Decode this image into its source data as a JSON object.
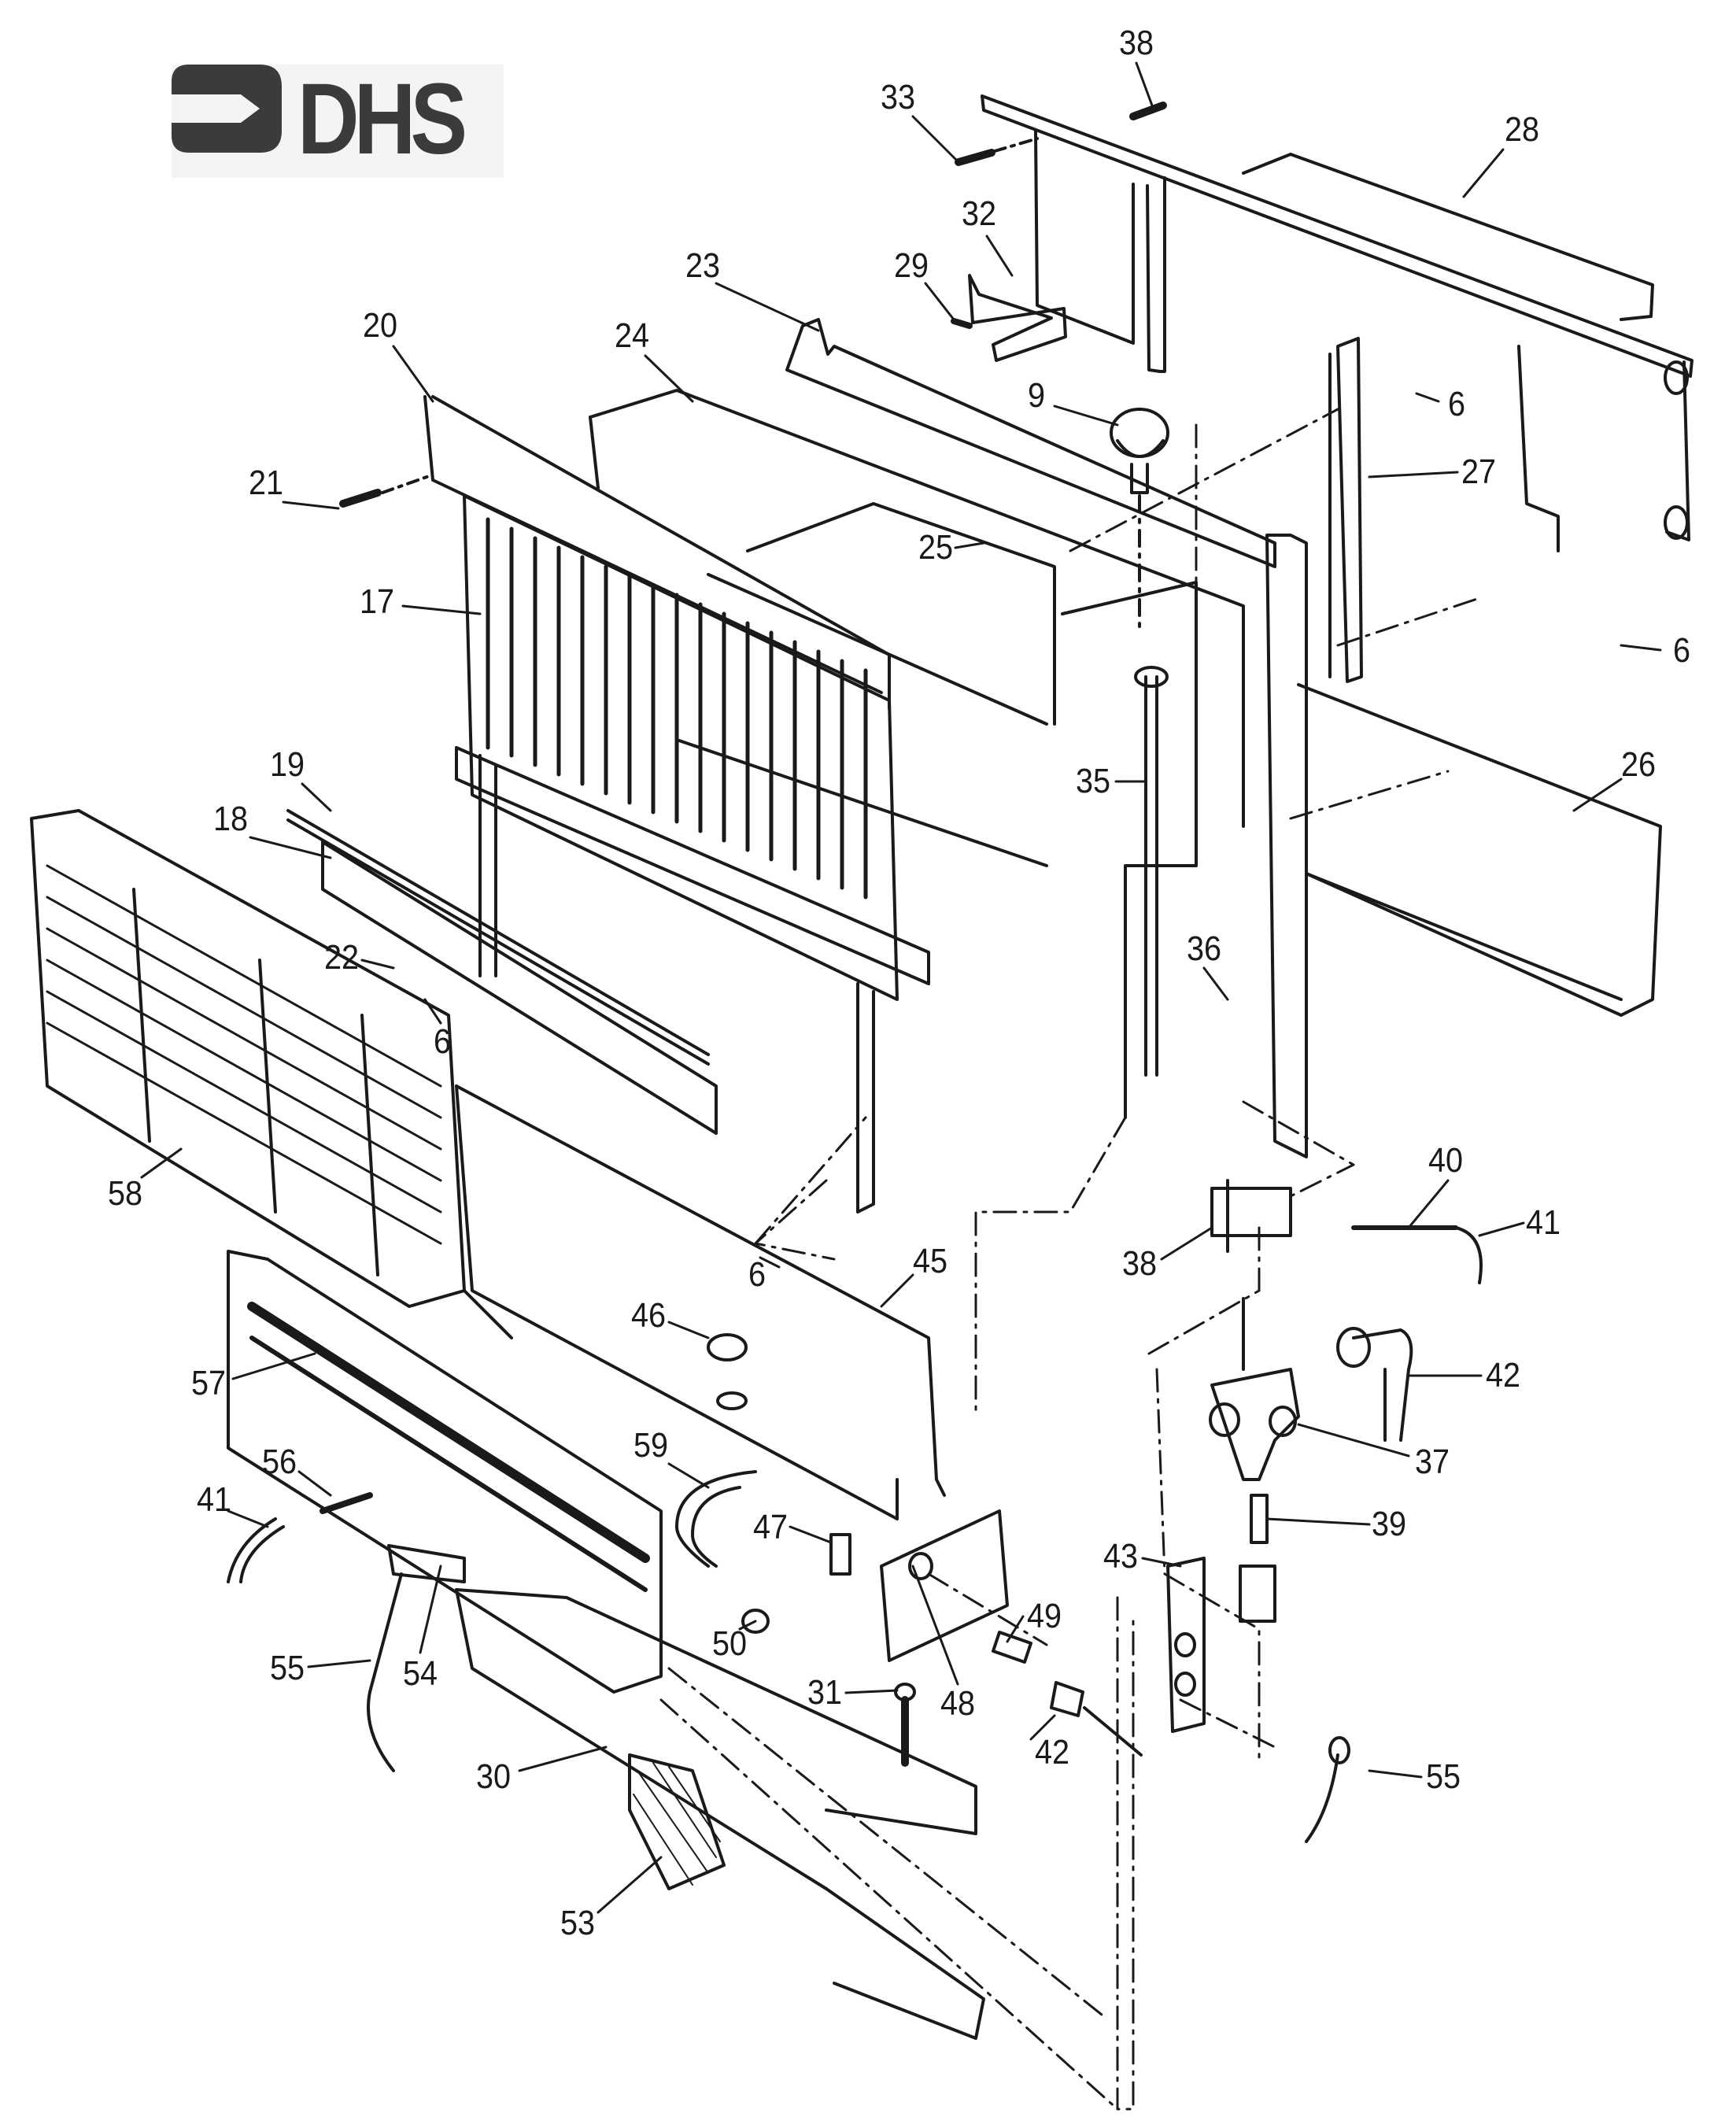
{
  "diagram": {
    "type": "exploded-parts-view",
    "subject": "wall heater assembly",
    "logo": {
      "text": "DHS",
      "icon": "arrow-right-icon"
    }
  },
  "callouts": [
    {
      "id": "c38a",
      "label": "38"
    },
    {
      "id": "c33",
      "label": "33"
    },
    {
      "id": "c28",
      "label": "28"
    },
    {
      "id": "c32",
      "label": "32"
    },
    {
      "id": "c29",
      "label": "29"
    },
    {
      "id": "c23",
      "label": "23"
    },
    {
      "id": "c20",
      "label": "20"
    },
    {
      "id": "c24",
      "label": "24"
    },
    {
      "id": "c9",
      "label": "9"
    },
    {
      "id": "c6a",
      "label": "6"
    },
    {
      "id": "c21",
      "label": "21"
    },
    {
      "id": "c27",
      "label": "27"
    },
    {
      "id": "c25",
      "label": "25"
    },
    {
      "id": "c17",
      "label": "17"
    },
    {
      "id": "c6b",
      "label": "6"
    },
    {
      "id": "c19",
      "label": "19"
    },
    {
      "id": "c35",
      "label": "35"
    },
    {
      "id": "c26",
      "label": "26"
    },
    {
      "id": "c18",
      "label": "18"
    },
    {
      "id": "c22",
      "label": "22"
    },
    {
      "id": "c36",
      "label": "36"
    },
    {
      "id": "c6c",
      "label": "6"
    },
    {
      "id": "c58",
      "label": "58"
    },
    {
      "id": "c40",
      "label": "40"
    },
    {
      "id": "c41a",
      "label": "41"
    },
    {
      "id": "c38b",
      "label": "38"
    },
    {
      "id": "c6d",
      "label": "6"
    },
    {
      "id": "c45",
      "label": "45"
    },
    {
      "id": "c46",
      "label": "46"
    },
    {
      "id": "c42a",
      "label": "42"
    },
    {
      "id": "c57",
      "label": "57"
    },
    {
      "id": "c37",
      "label": "37"
    },
    {
      "id": "c59",
      "label": "59"
    },
    {
      "id": "c56",
      "label": "56"
    },
    {
      "id": "c41b",
      "label": "41"
    },
    {
      "id": "c47",
      "label": "47"
    },
    {
      "id": "c39",
      "label": "39"
    },
    {
      "id": "c43",
      "label": "43"
    },
    {
      "id": "c49",
      "label": "49"
    },
    {
      "id": "c50",
      "label": "50"
    },
    {
      "id": "c55a",
      "label": "55"
    },
    {
      "id": "c54",
      "label": "54"
    },
    {
      "id": "c31",
      "label": "31"
    },
    {
      "id": "c48",
      "label": "48"
    },
    {
      "id": "c42b",
      "label": "42"
    },
    {
      "id": "c55b",
      "label": "55"
    },
    {
      "id": "c30",
      "label": "30"
    },
    {
      "id": "c53",
      "label": "53"
    }
  ]
}
